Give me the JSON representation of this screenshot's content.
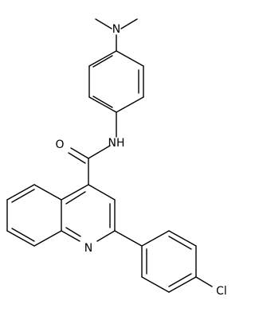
{
  "molecule": {
    "atom_labels": {
      "dimethylamino_n": "N",
      "amide_nh": "NH",
      "carbonyl_o": "O",
      "quinoline_n": "N",
      "chlorine": "Cl"
    }
  }
}
